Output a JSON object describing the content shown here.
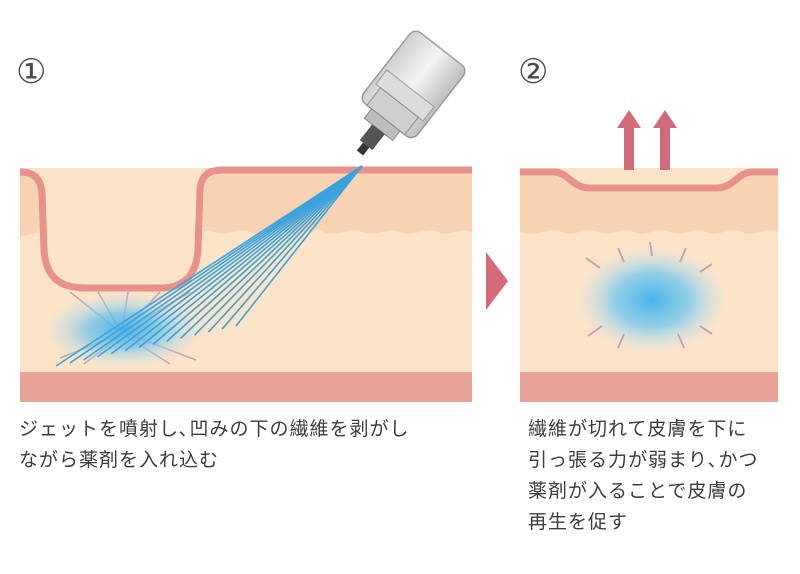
{
  "panel1": {
    "number": "①",
    "caption_lines": [
      "ジェットを噴射し､凹みの下の繊維を剥がし",
      "ながら薬剤を入れ込む"
    ]
  },
  "panel2": {
    "number": "②",
    "caption_lines": [
      "繊維が切れて皮膚を下に",
      "引っ張る力が弱まり､かつ",
      "薬剤が入ることで皮膚の",
      "再生を促す"
    ]
  },
  "colors": {
    "skin_upper": "#f7d3b4",
    "skin_lower": "#fbe3c8",
    "skin_edge": "#e8908a",
    "base_layer": "#e9a497",
    "jet_blue": "#3aa3dc",
    "drug_blue": "#5ab8e8",
    "arrow_red": "#d26a7a",
    "fiber_grey": "#b59aa8",
    "text": "#3c3c3c"
  }
}
